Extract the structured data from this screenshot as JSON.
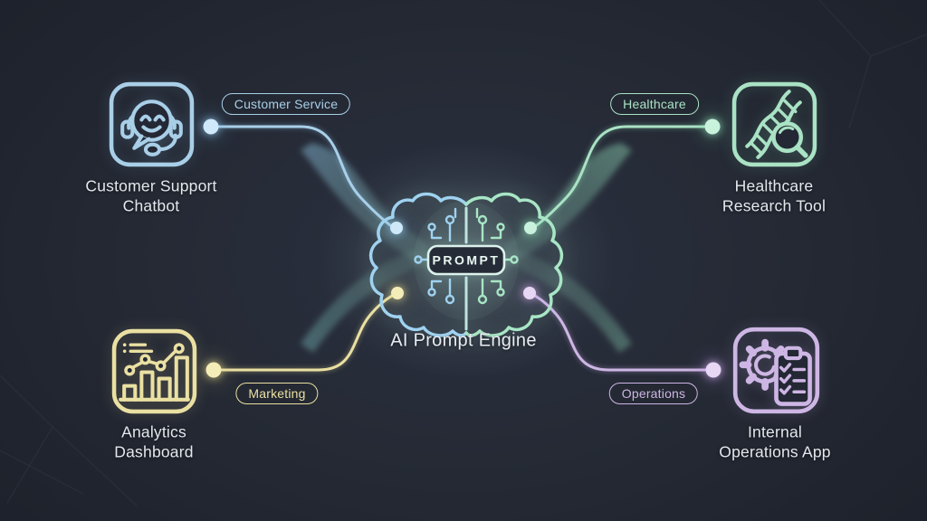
{
  "title": {
    "text": "AI Prompt Engine"
  },
  "center": {
    "prompt_label": "PROMPT",
    "brain_left_color": "#9fd2f0",
    "brain_right_color": "#a8e6c6",
    "prompt_box_color": "#dcf2ec",
    "glow_color": "#bfeede"
  },
  "background": {
    "base": "#252a35",
    "edge": "#1d212a"
  },
  "nodes": [
    {
      "name": "customer-support-chatbot",
      "icon": "chatbot-headset-icon",
      "label_line1": "Customer Support",
      "label_line2": "Chatbot",
      "tag": "Customer Service",
      "accent": "#a9cfe8",
      "dot": "#cfe9fa"
    },
    {
      "name": "healthcare-research-tool",
      "icon": "dna-magnifier-icon",
      "label_line1": "Healthcare",
      "label_line2": "Research Tool",
      "tag": "Healthcare",
      "accent": "#a9e2c4",
      "dot": "#c9f2dd"
    },
    {
      "name": "analytics-dashboard",
      "icon": "bar-chart-trend-icon",
      "label_line1": "Analytics",
      "label_line2": "Dashboard",
      "tag": "Marketing",
      "accent": "#eae0a2",
      "dot": "#f5edb8"
    },
    {
      "name": "internal-operations-app",
      "icon": "gear-clipboard-icon",
      "label_line1": "Internal",
      "label_line2": "Operations App",
      "tag": "Operations",
      "accent": "#cdb6e4",
      "dot": "#e7d6f4"
    }
  ]
}
